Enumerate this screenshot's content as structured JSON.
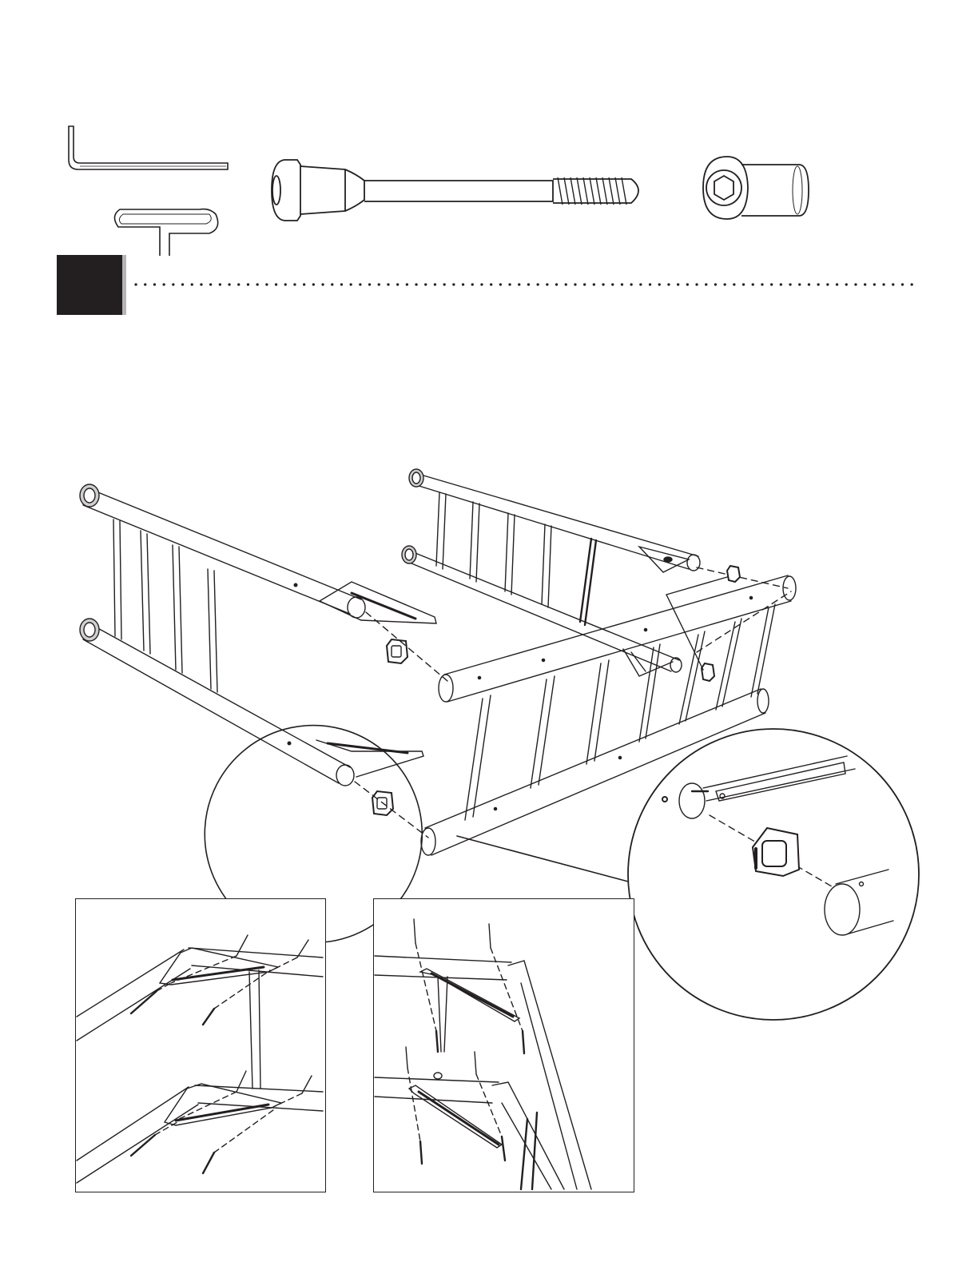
{
  "page": {
    "background": "#ffffff",
    "ink_color": "#231f20",
    "badge_color": "#231f20",
    "badge_shadow_color": "#b5b5b5"
  },
  "step": {
    "number": ""
  },
  "hardware": [
    {
      "icon": "allen-key-icon"
    },
    {
      "icon": "t-handle-wrench-icon"
    },
    {
      "icon": "long-bolt-icon"
    },
    {
      "icon": "barrel-nut-icon"
    }
  ],
  "illustration": {
    "main": "frame-assembly-diagram",
    "callouts": [
      "detail-circle-left",
      "detail-circle-right"
    ],
    "insets": [
      "inset-bracket-left",
      "inset-bracket-right"
    ]
  }
}
